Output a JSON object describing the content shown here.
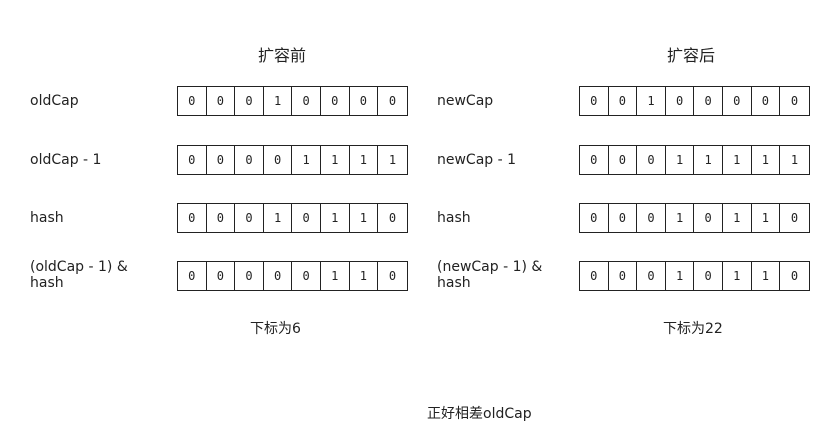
{
  "before": {
    "title": "扩容前",
    "rows": [
      {
        "label": "oldCap",
        "bits": [
          "0",
          "0",
          "0",
          "1",
          "0",
          "0",
          "0",
          "0"
        ]
      },
      {
        "label": "oldCap - 1",
        "bits": [
          "0",
          "0",
          "0",
          "0",
          "1",
          "1",
          "1",
          "1"
        ]
      },
      {
        "label": "hash",
        "bits": [
          "0",
          "0",
          "0",
          "1",
          "0",
          "1",
          "1",
          "0"
        ]
      },
      {
        "label": "(oldCap - 1) &\nhash",
        "bits": [
          "0",
          "0",
          "0",
          "0",
          "0",
          "1",
          "1",
          "0"
        ]
      }
    ],
    "result": "下标为6"
  },
  "after": {
    "title": "扩容后",
    "rows": [
      {
        "label": "newCap",
        "bits": [
          "0",
          "0",
          "1",
          "0",
          "0",
          "0",
          "0",
          "0"
        ]
      },
      {
        "label": "newCap - 1",
        "bits": [
          "0",
          "0",
          "0",
          "1",
          "1",
          "1",
          "1",
          "1"
        ]
      },
      {
        "label": "hash",
        "bits": [
          "0",
          "0",
          "0",
          "1",
          "0",
          "1",
          "1",
          "0"
        ]
      },
      {
        "label": "(newCap - 1) &\nhash",
        "bits": [
          "0",
          "0",
          "0",
          "1",
          "0",
          "1",
          "1",
          "0"
        ]
      }
    ],
    "result": "下标为22"
  },
  "footer": "正好相差oldCap"
}
